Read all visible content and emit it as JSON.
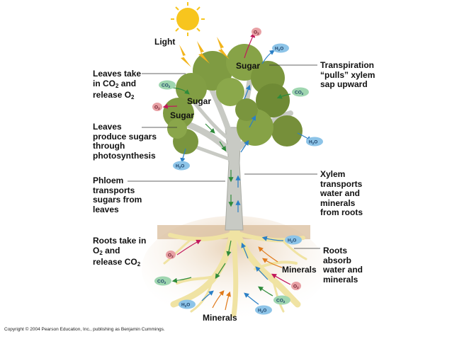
{
  "labels": {
    "light": "Light",
    "leaves_take_pre": "Leaves take\nin CO",
    "leaves_take_mid": " and\nrelease O",
    "leaves_produce": "Leaves\nproduce sugars\nthrough\nphotosynthesis",
    "phloem": "Phloem\ntransports\nsugars from\nleaves",
    "roots_take_pre": "Roots take in\nO",
    "roots_take_mid": " and\nrelease CO",
    "transpiration": "Transpiration\n“pulls” xylem\nsap upward",
    "xylem": "Xylem\ntransports\nwater and\nminerals\nfrom roots",
    "roots_absorb": "Roots\nabsorb\nwater and\nminerals",
    "minerals_right": "Minerals",
    "minerals_bottom": "Minerals",
    "sugar_top": "Sugar",
    "sugar_mid": "Sugar",
    "sugar_low": "Sugar",
    "sub_2": "2",
    "copyright": "Copyright © 2004 Pearson Education, Inc., publishing as Benjamin Cummings."
  },
  "molecules": {
    "o2": "O",
    "h2o": "H",
    "h2o_tail": "O",
    "co": "CO",
    "sub": "2"
  },
  "colors": {
    "sun": "#f7c51e",
    "leaf": "#7f9b42",
    "leaf_dark": "#5f7a2c",
    "branch": "#c9cbc6",
    "soil": "#ddc3a6",
    "root": "#f2e6a8",
    "h2o": "#8dc4e8",
    "co2": "#9fd6b0",
    "o2": "#e8a0a4",
    "phloem_arrow": "#2e8b3a",
    "xylem_arrow": "#2a7fc6",
    "mineral_arrow": "#e07a1a",
    "o2_arrow": "#c2185b"
  }
}
